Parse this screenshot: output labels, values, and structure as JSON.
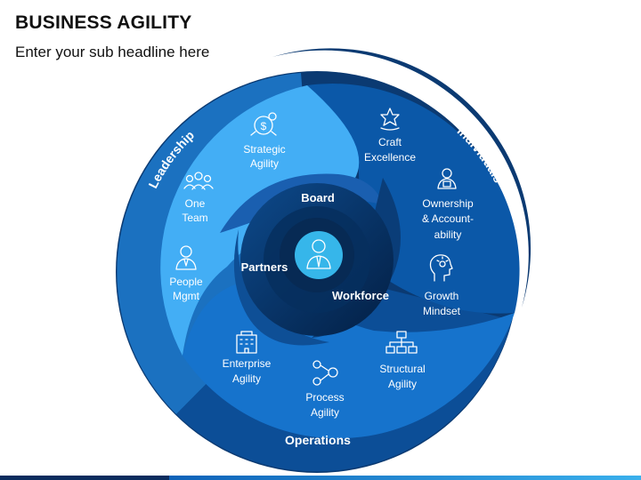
{
  "title": "BUSINESS AGILITY",
  "subtitle": "Enter your sub headline here",
  "ring_labels": {
    "leadership": "Leadership",
    "individuals": "Individuals",
    "operations": "Operations"
  },
  "core_labels": {
    "board": "Board",
    "partners": "Partners",
    "workforce": "Workforce"
  },
  "items": {
    "strategic_agility": [
      "Strategic",
      "Agility"
    ],
    "one_team": [
      "One",
      "Team"
    ],
    "people_mgmt": [
      "People",
      "Mgmt"
    ],
    "craft_excellence": [
      "Craft",
      "Excellence"
    ],
    "ownership": [
      "Ownership",
      "&  Account-",
      "ability"
    ],
    "growth_mindset": [
      "Growth",
      "Mindset"
    ],
    "enterprise_agility": [
      "Enterprise",
      "Agility"
    ],
    "process_agility": [
      "Process",
      "Agility"
    ],
    "structural_agility": [
      "Structural",
      "Agility"
    ]
  },
  "icons": {
    "strategic_agility": "dollar-gear-icon",
    "one_team": "team-icon",
    "people_mgmt": "manager-icon",
    "craft_excellence": "star-hand-icon",
    "ownership": "person-badge-icon",
    "growth_mindset": "head-idea-icon",
    "enterprise_agility": "building-icon",
    "process_agility": "gears-process-icon",
    "structural_agility": "org-chart-icon",
    "center": "businessman-icon"
  },
  "colors": {
    "leadership_outer": "#1b71c0",
    "leadership_inner": "#43aef5",
    "individuals_outer": "#0b3a72",
    "individuals_inner": "#0b58a8",
    "operations_outer": "#0c4e97",
    "operations_inner": "#1673cc",
    "core_dark": "#062f5e",
    "center": "#36b6ea"
  }
}
